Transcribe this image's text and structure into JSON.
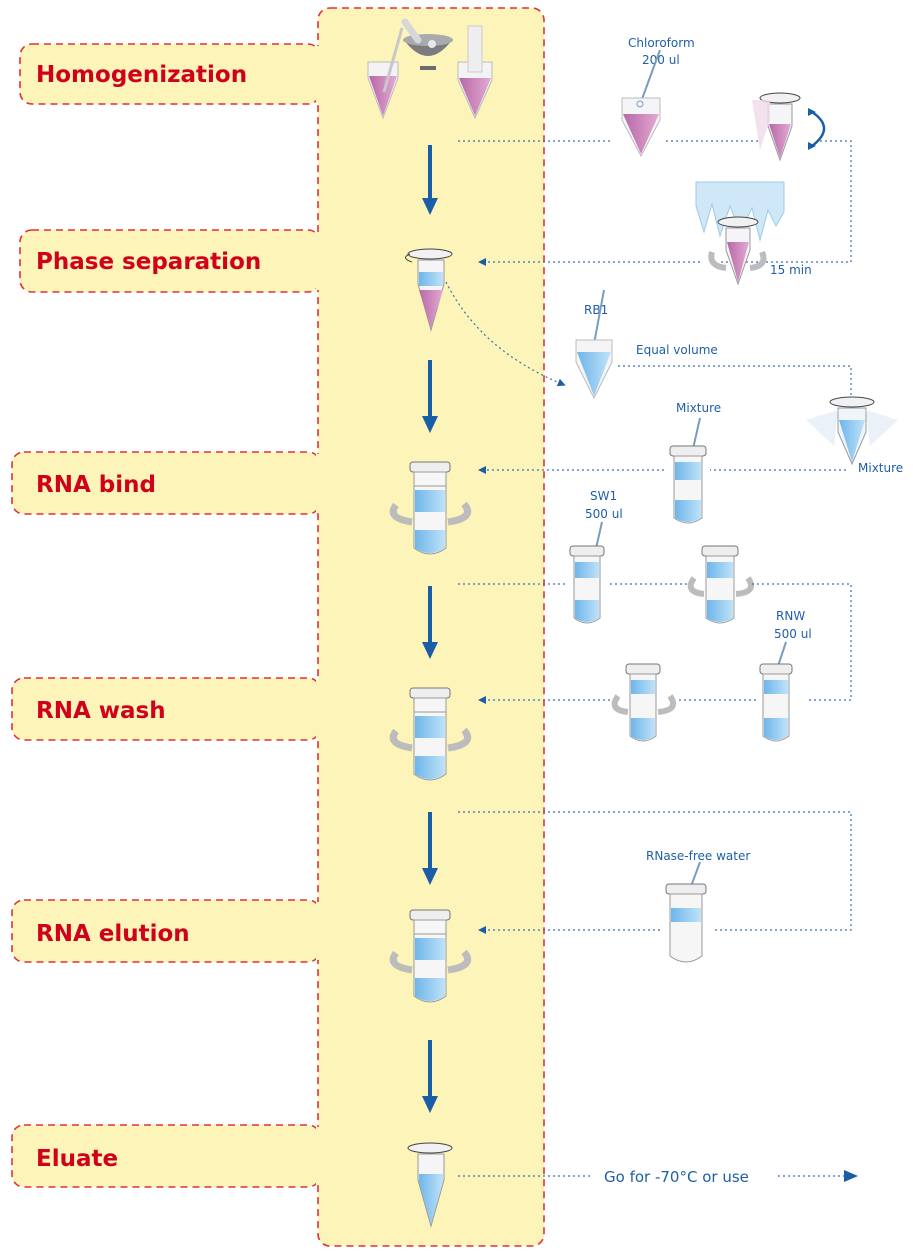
{
  "steps": [
    {
      "id": "homogenization",
      "label": "Homogenization"
    },
    {
      "id": "phase-separation",
      "label": "Phase separation"
    },
    {
      "id": "rna-bind",
      "label": "RNA bind"
    },
    {
      "id": "rna-wash",
      "label": "RNA wash"
    },
    {
      "id": "rna-elution",
      "label": "RNA elution"
    },
    {
      "id": "eluate",
      "label": "Eluate"
    }
  ],
  "notes": {
    "chloroform": "Chloroform",
    "chloroform_vol": "200 ul",
    "ice_time": "15 min",
    "rb1": "RB1",
    "equal_volume": "Equal volume",
    "mixture_a": "Mixture",
    "mixture_b": "Mixture",
    "sw1": "SW1",
    "sw1_vol": "500 ul",
    "rnw": "RNW",
    "rnw_vol": "500 ul",
    "water": "RNase-free water",
    "final": "Go for -70°C or use"
  },
  "colors": {
    "step_text": "#d0021b",
    "step_border": "#e0323a",
    "panel_fill": "#fcf4b8",
    "arrow": "#1a5ea8",
    "pink_liquid": "#c47bb3",
    "blue_liquid": "#8fc8ef"
  }
}
